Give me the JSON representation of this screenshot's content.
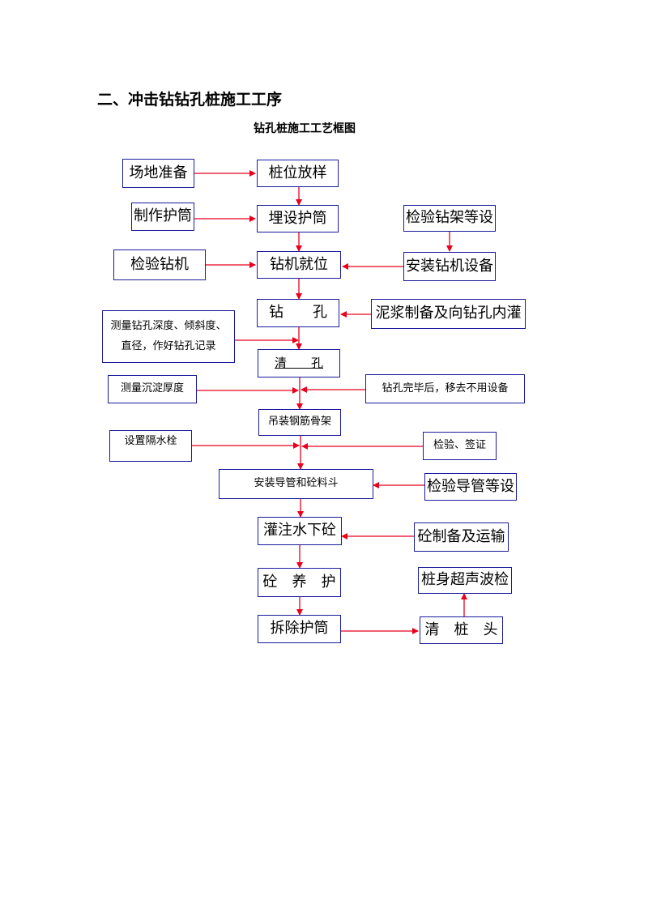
{
  "page": {
    "heading": "二、冲击钻钻孔桩施工工序",
    "subtitle": "钻孔桩施工工艺框图"
  },
  "flowchart": {
    "main": {
      "stake_out": "桩位放样",
      "casing_bury": "埋设护筒",
      "rig_position": "钻机就位",
      "drilling": "钻　　孔",
      "hole_clean": "清　　孔",
      "cage_lift": "吊装钢筋骨架",
      "tremie_install": "安装导管和砼料斗",
      "underwater_pour": "灌注水下砼",
      "curing": "砼　养　护",
      "casing_remove": "拆除护筒"
    },
    "left": {
      "site_prep": "场地准备",
      "make_casing": "制作护筒",
      "check_rig": "检验钻机",
      "measure_drill": "测量钻孔深度、倾斜度、直径，作好钻孔记录",
      "measure_sediment": "测量沉淀厚度",
      "water_plug": "设置隔水栓"
    },
    "right": {
      "check_rack": "检验钻架等设",
      "install_rig": "安装钻机设备",
      "slurry": "泥浆制备及向钻孔内灌",
      "remove_equip": "钻孔完毕后，移去不用设备",
      "inspect_sign": "检验、签证",
      "check_tremie": "检验导管等设",
      "concrete_prep": "砼制备及运输",
      "ultrasonic": "桩身超声波检",
      "pile_head": "清　桩　头"
    },
    "arrow_color": "#e8001c",
    "border_color": "#1a1a9c"
  }
}
